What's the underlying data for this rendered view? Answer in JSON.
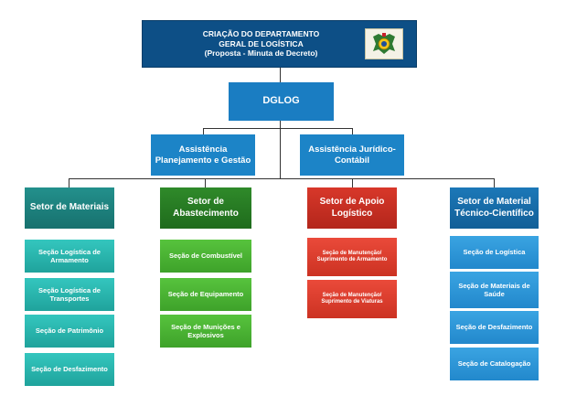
{
  "title": {
    "line1": "CRIAÇÃO DO DEPARTAMENTO",
    "line2": "GERAL DE LOGÍSTICA",
    "line3": "(Proposta - Minuta de Decreto)"
  },
  "root": "DGLOG",
  "assistances": [
    {
      "label": "Assistência Planejamento e Gestão"
    },
    {
      "label": "Assistência Jurídico-Contábil"
    }
  ],
  "sectors": [
    {
      "label": "Setor de Materiais",
      "color": "#1fa39c",
      "sections": [
        "Seção Logística de Armamento",
        "Seção Logística de Transportes",
        "Seção de Patrimônio",
        "Seção de Desfazimento"
      ]
    },
    {
      "label": "Setor de Abastecimento",
      "color": "#3ea22a",
      "sections": [
        "Seção de Combustível",
        "Seção de Equipamento",
        "Seção de Munições e Explosivos"
      ]
    },
    {
      "label": "Setor de Apoio Logístico",
      "color": "#cc3222",
      "sections": [
        "Seção de Manutenção/ Suprimento de Armamento",
        "Seção de Manutenção/ Suprimento de Viaturas"
      ]
    },
    {
      "label": "Setor de Material Técnico-Científico",
      "color": "#2288cc",
      "sections": [
        "Seção de Logística",
        "Seção de Materiais de Saúde",
        "Seção de Desfazimento",
        "Seção de Catalogação"
      ]
    }
  ]
}
